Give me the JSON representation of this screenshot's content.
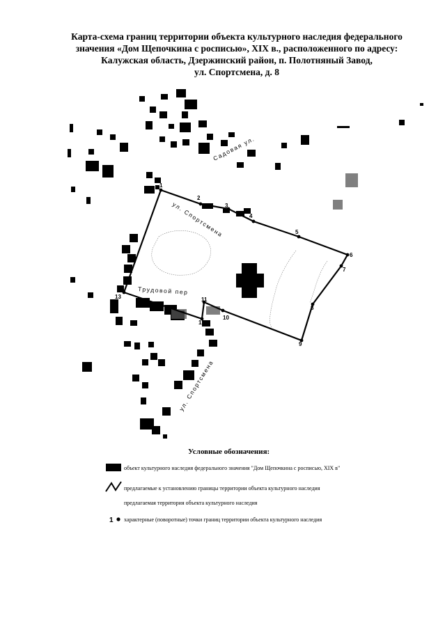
{
  "title": {
    "line1": "Карта-схема границ территории объекта культурного наследия  федерального",
    "line2": "значения «Дом Щепочкина с росписью», XIX в., расположенного по  адресу:",
    "line3": "Калужская область, Дзержинский район, п. Полотняный Завод,",
    "line4": "ул. Спортсмена, д. 8"
  },
  "map": {
    "streets": {
      "sadovaya": "Садовая ул.",
      "sportsmena_top": "ул. Спортсмена",
      "trudovoy": "Трудовой пер",
      "sportsmena_bottom": "ул. Спортсмена"
    },
    "points": [
      "1",
      "2",
      "3",
      "4",
      "5",
      "6",
      "7",
      "8",
      "9",
      "10",
      "11",
      "12",
      "13"
    ]
  },
  "legend": {
    "heading": "Условные обозначения:",
    "object_text": "объект культурного наследия федерального значения \"Дом Щепочкина с росписью, XIX в\"",
    "boundary_text": "предлагаемые к установлению границы территории объекта культурного наследия",
    "territory_text": "предлагаемая территория объекта культурного наследия",
    "points_text": "характерные (поворотные) точки границ территории объекта культурного наследия",
    "points_symbol_label": "1"
  },
  "colors": {
    "ink": "#000000",
    "paper": "#ffffff"
  }
}
